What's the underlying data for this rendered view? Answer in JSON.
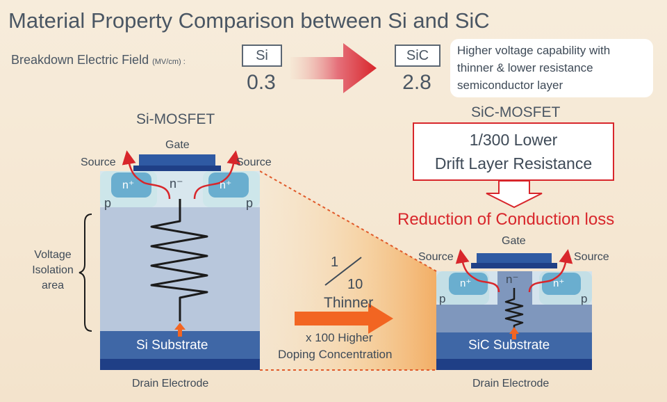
{
  "title": "Material Property Comparison between Si and SiC",
  "breakdown": {
    "label": "Breakdown Electric Field",
    "unit": "(MV/cm) :",
    "si_label": "Si",
    "si_value": "0.3",
    "sic_label": "SiC",
    "sic_value": "2.8"
  },
  "callout": {
    "line1": "Higher voltage capability with",
    "line2": "thinner & lower resistance",
    "line3": "semiconductor layer"
  },
  "si_mosfet": {
    "heading": "Si-MOSFET",
    "gate": "Gate",
    "source_left": "Source",
    "source_right": "Source",
    "n_plus": "n⁺",
    "n_minus": "n⁻",
    "p": "p",
    "substrate": "Si Substrate",
    "drain": "Drain Electrode"
  },
  "voltage_isolation": {
    "line1": "Voltage",
    "line2": "Isolation",
    "line3": "area"
  },
  "sic_mosfet": {
    "heading": "SiC-MOSFET",
    "gate": "Gate",
    "source_left": "Source",
    "source_right": "Source",
    "n_plus": "n⁺",
    "n_minus": "n⁻",
    "p": "p",
    "substrate": "SiC Substrate",
    "drain": "Drain Electrode"
  },
  "resistance_box": {
    "line1": "1/300 Lower",
    "line2": "Drift Layer Resistance"
  },
  "reduction": "Reduction of Conduction loss",
  "middle": {
    "fraction_num": "1",
    "fraction_den": "10",
    "thinner": "Thinner",
    "doping_line1": "x 100 Higher",
    "doping_line2": "Doping Concentration"
  },
  "colors": {
    "red": "#d8262b",
    "orange": "#f26522",
    "substrate": "#3f67a6",
    "electrode": "#1f3f86",
    "drift": "#b8c7dc"
  }
}
